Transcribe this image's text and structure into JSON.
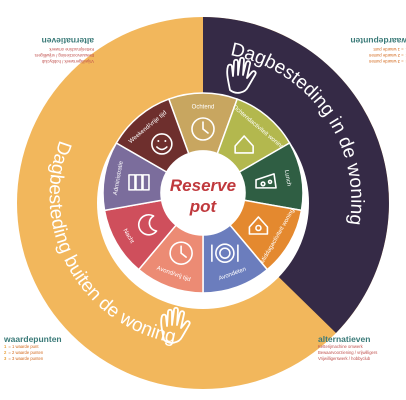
{
  "center": {
    "line1": "Reserve",
    "line2": "pot"
  },
  "outer_ring": {
    "inside_home_label": "Dagbesteding in de woning",
    "outside_home_label": "Dagbesteding buiten de woning"
  },
  "segments": [
    {
      "label": "Ochtend",
      "color": "#c8a660",
      "icon": "clock-icon"
    },
    {
      "label": "Ochtendactiviteit woning",
      "color": "#b3b84e",
      "icon": "house-icon"
    },
    {
      "label": "Lunch",
      "color": "#2f5e43",
      "icon": "cheese-icon"
    },
    {
      "label": "Middagactiviteit woning",
      "color": "#e4892f",
      "icon": "house-sun-icon"
    },
    {
      "label": "Avondeten",
      "color": "#6b7dbd",
      "icon": "plate-icon"
    },
    {
      "label": "Avond/vrij tijd",
      "color": "#ec8b74",
      "icon": "clock-icon"
    },
    {
      "label": "Nacht",
      "color": "#cf4f5c",
      "icon": "moon-icon"
    },
    {
      "label": "Administratie",
      "color": "#7b6d9c",
      "icon": "binders-icon"
    },
    {
      "label": "Weekend/vrije tijd",
      "color": "#6e2f2d",
      "icon": "smiley-icon"
    }
  ],
  "colors": {
    "outer_ring": "#f2b75c",
    "dark_half": "#352a46",
    "white_ring": "#ffffff",
    "center_text": "#c0393d"
  },
  "corners": {
    "top_left": {
      "title": "alternatieven",
      "items": [
        "Ketterijmachine omwerk",
        "Bewaarvoorziening / vrijwilligers",
        "Vrijwilligerswerk / hobbyclub"
      ]
    },
    "top_right": {
      "title": "waardepunten",
      "items": [
        "= 1 waarde punt",
        "= 2 waarde punten",
        "= 3 waarde punten"
      ]
    },
    "bottom_left": {
      "title": "waardepunten",
      "items": [
        "= 1 waarde punt",
        "= 2 waarde punten",
        "= 3 waarde punten"
      ]
    },
    "bottom_right": {
      "title": "alternatieven",
      "items": [
        "Ketterijmachine omwerk",
        "Bewaarvoorziening / vrijwilligers",
        "Vrijwilligerswerk / hobbyclub"
      ]
    }
  }
}
